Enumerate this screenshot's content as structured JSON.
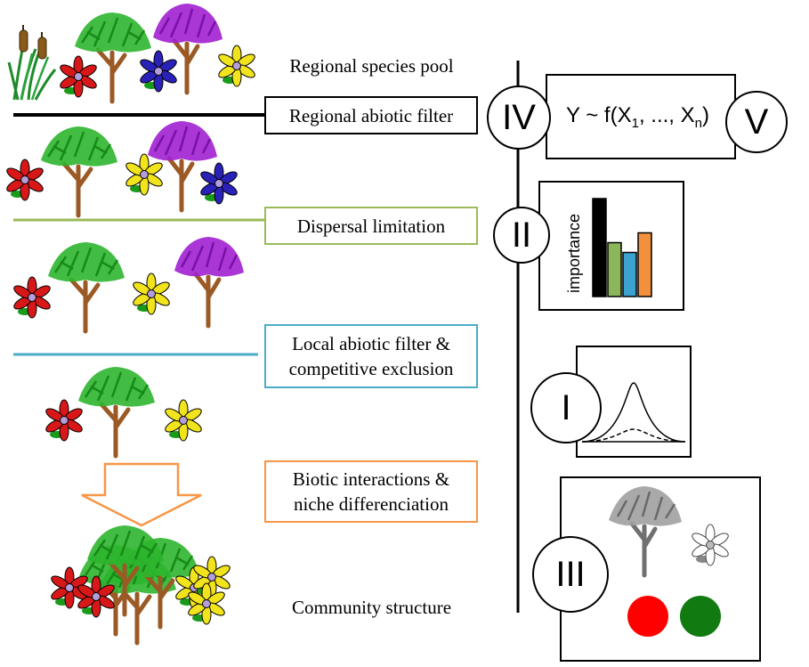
{
  "steps": {
    "regional_pool": "Regional species pool",
    "regional_filter": "Regional abiotic filter",
    "dispersal": "Dispersal limitation",
    "local_filter_line1": "Local abiotic filter &",
    "local_filter_line2": "competitive exclusion",
    "biotic_line1": "Biotic interactions &",
    "biotic_line2": "niche differenciation",
    "community": "Community structure"
  },
  "numerals": {
    "iv": "IV",
    "v": "V",
    "ii": "II",
    "i": "I",
    "iii": "III"
  },
  "model": {
    "prefix": "Y ~ f(X",
    "sub1": "1",
    "middle": ", ..., X",
    "subn": "n",
    "suffix": ")"
  },
  "importance_chart": {
    "ylabel": "importance",
    "bars": [
      {
        "value": 1.0,
        "color": "#000000"
      },
      {
        "value": 0.55,
        "color": "#8bb65a"
      },
      {
        "value": 0.45,
        "color": "#3aa3d0"
      },
      {
        "value": 0.65,
        "color": "#f2903e"
      }
    ]
  },
  "colors": {
    "dispersal": "#9bbb59",
    "local": "#4bacc6",
    "biotic": "#f79646",
    "tree_green": "#2db52d",
    "trunk": "#9b5a25",
    "purple": "#a020d0",
    "flower_red": "#d81818",
    "flower_blue": "#2a22b8",
    "flower_yellow": "#f2e41c",
    "dot_red": "#ff0000",
    "dot_green": "#117a11"
  }
}
